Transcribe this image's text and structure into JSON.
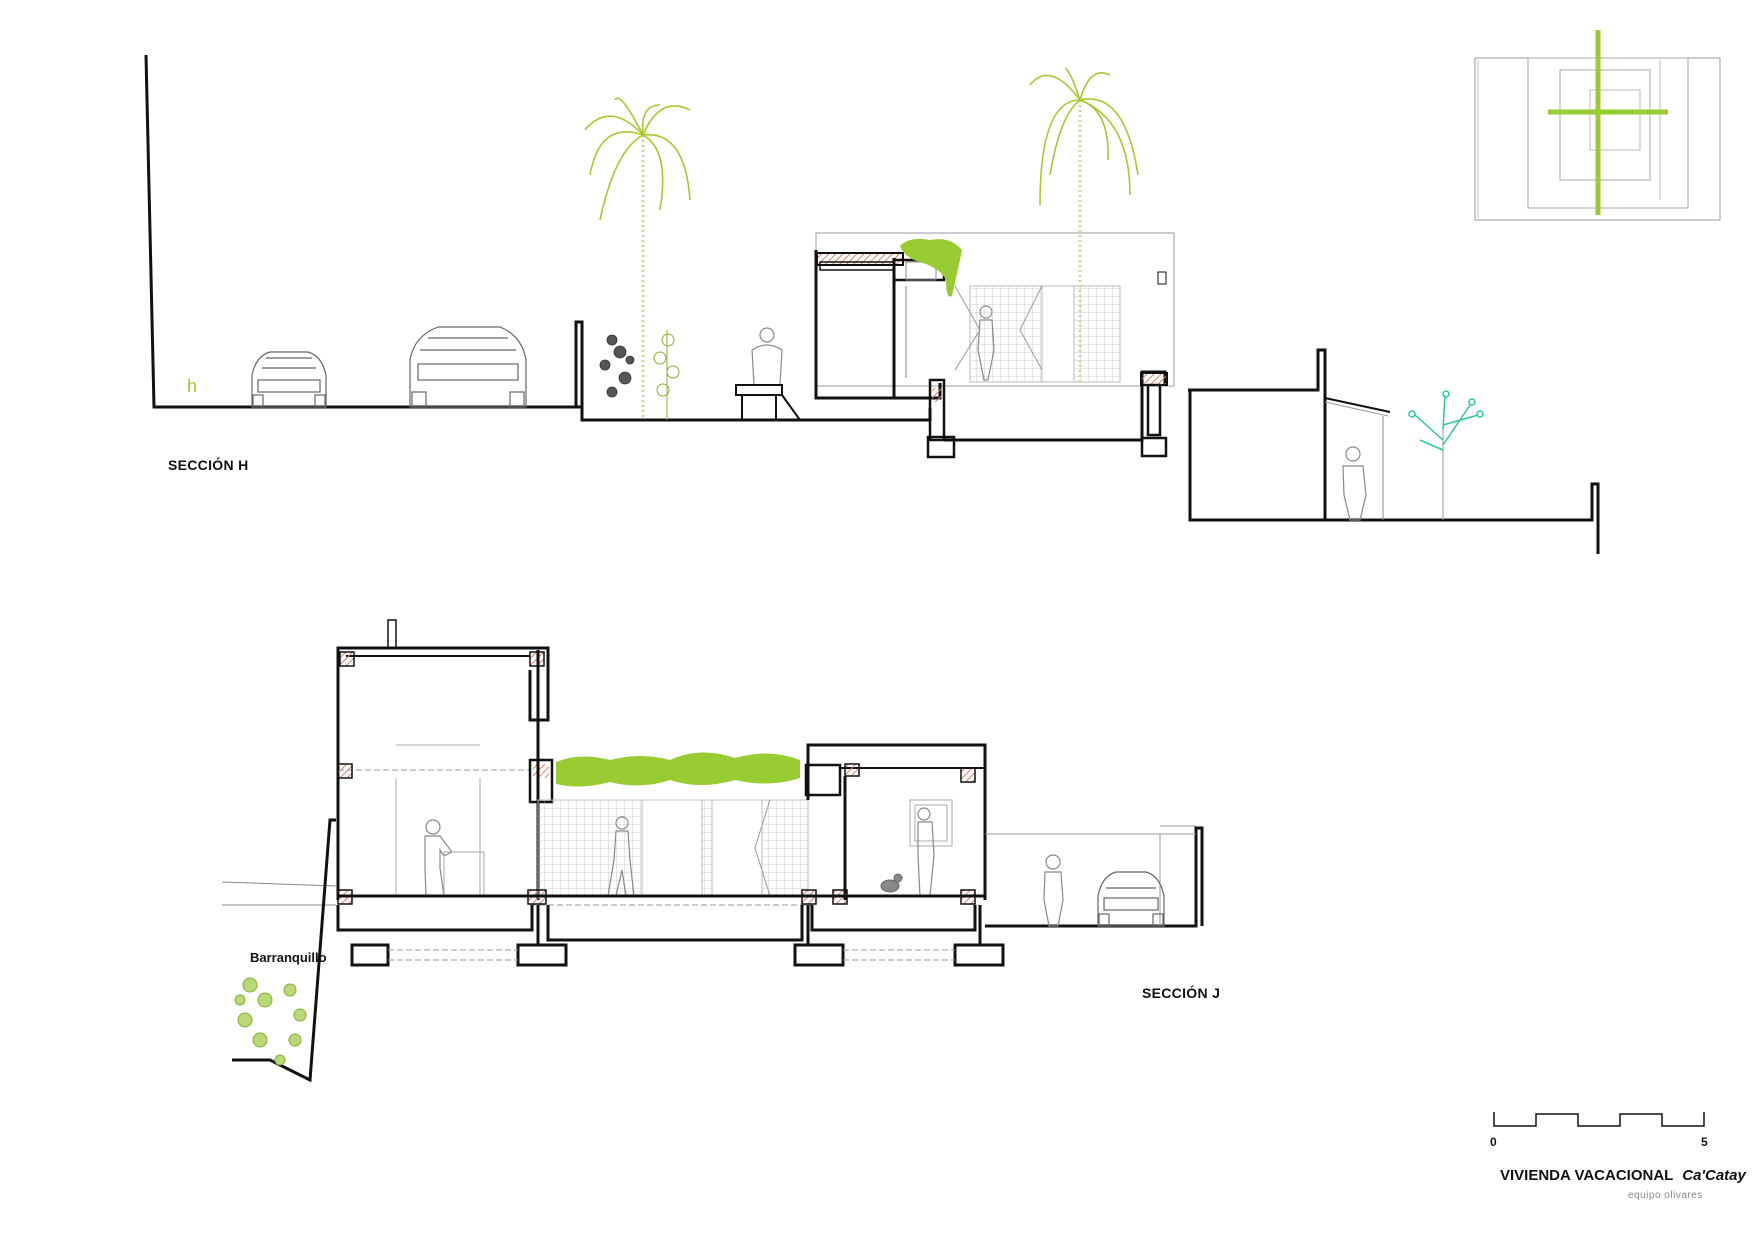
{
  "sections": {
    "h": {
      "title": "SECCIÓN H"
    },
    "j": {
      "title": "SECCIÓN J"
    }
  },
  "annotations": {
    "ravine": "Barranquillo",
    "plan_marker": "h"
  },
  "scale_bar": {
    "min_label": "0",
    "max_label": "5"
  },
  "title_block": {
    "project": "VIVIENDA VACACIONAL",
    "name": "Ca'Catay",
    "firm": "equipo olivares"
  },
  "colors": {
    "line": "#111111",
    "vegetation": "#99cc33",
    "palm": "#a8c832",
    "tree_cyan": "#2ec4a8",
    "hatch": "#d9826b",
    "grid": "#bbbbbb",
    "people": "#888888"
  }
}
